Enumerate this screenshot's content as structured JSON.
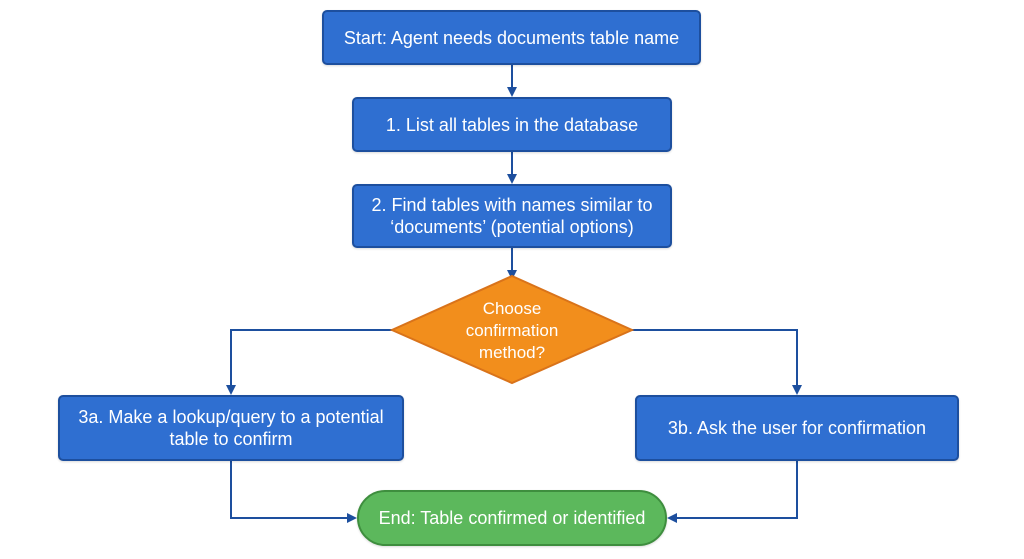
{
  "flowchart": {
    "start": "Start: Agent needs documents table name",
    "step1": "1. List all tables in the database",
    "step2": "2. Find tables with names similar to\n‘documents’ (potential options)",
    "decision": "Choose\nconfirmation\nmethod?",
    "step3a": "3a. Make a lookup/query to a potential\ntable to confirm",
    "step3b": "3b. Ask the user for confirmation",
    "end": "End: Table confirmed or identified"
  },
  "colors": {
    "process_fill": "#2f6fd1",
    "decision_fill": "#f28e1c",
    "end_fill": "#5cb85c",
    "connector": "#1d4f9e"
  }
}
